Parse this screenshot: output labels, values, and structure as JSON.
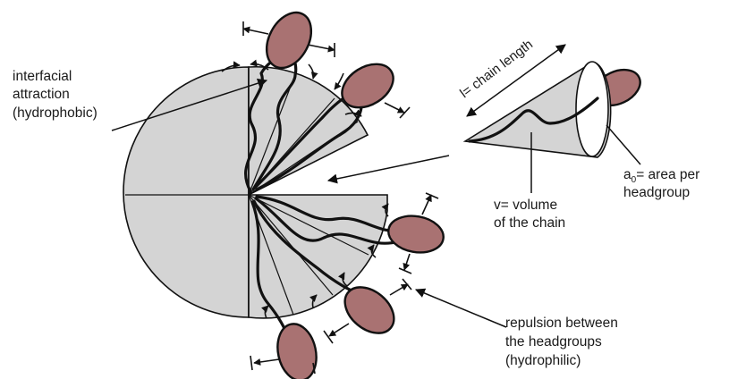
{
  "labels": {
    "interfacial_attraction": {
      "lines": [
        "interfacial",
        "attraction",
        "(hydrophobic)"
      ]
    },
    "chain_length": "l= chain length",
    "volume": {
      "lines": [
        "v= volume",
        "of the chain"
      ]
    },
    "area": {
      "prefix": "a",
      "subscript": "0",
      "suffix": "= area per",
      "line2": "headgroup"
    },
    "repulsion": {
      "lines": [
        "repulsion between",
        "the headgroups",
        "(hydrophilic)"
      ]
    }
  },
  "colors": {
    "headgroup_fill": "#a97272",
    "body_fill": "#d4d4d4",
    "line": "#111111"
  }
}
